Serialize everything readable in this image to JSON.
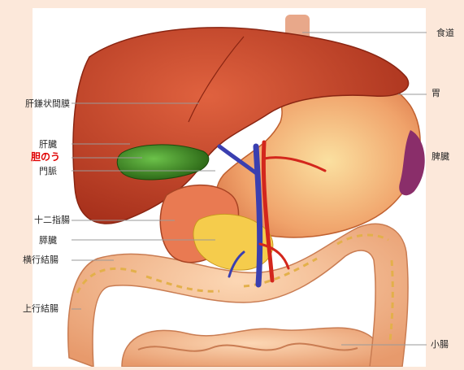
{
  "labels": {
    "esophagus": "食道",
    "stomach": "胃",
    "spleen": "脾臓",
    "small_intestine": "小腸",
    "falciform_ligament": "肝鎌状間膜",
    "liver": "肝臓",
    "gallbladder": "胆のう",
    "portal_vein": "門脈",
    "duodenum": "十二指腸",
    "pancreas": "膵臓",
    "transverse_colon": "横行結腸",
    "ascending_colon": "上行結腸"
  },
  "colors": {
    "background": "#fce8da",
    "panel": "#ffffff",
    "liver": "#c8442a",
    "stomach": "#ef9a63",
    "gallbladder": "#3f8a1f",
    "intestine": "#f2b98c",
    "artery": "#d3261c",
    "vein": "#3a3fb0",
    "pancreas": "#f5cc4c",
    "highlight_label": "#e00000"
  }
}
